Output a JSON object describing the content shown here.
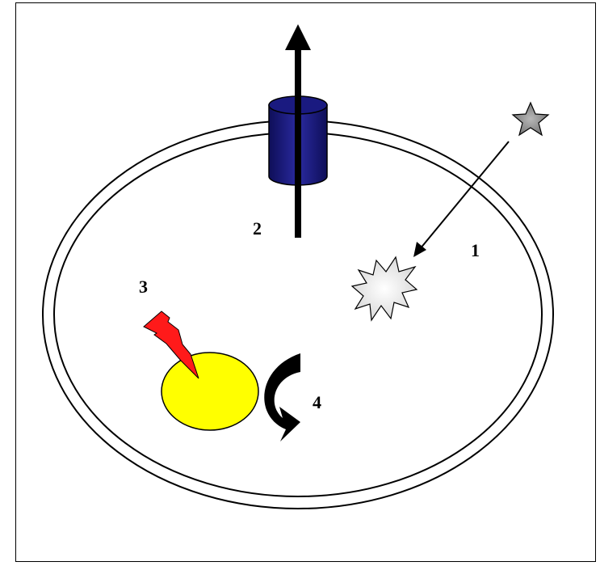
{
  "labels": {
    "one": "1",
    "two": "2",
    "three": "3",
    "four": "4"
  },
  "colors": {
    "channel": "#1a1a80",
    "channel_dark": "#0b0b4a",
    "nucleus": "#ffff00",
    "lightning": "#ff1a1a",
    "star": "#8c8c8c",
    "burst": "#eeeeee",
    "outline": "#000000"
  },
  "icons": {
    "ligand": "star-icon",
    "receptor": "burst-icon",
    "signal": "lightning-bolt-icon",
    "rotation": "curved-arrow-icon",
    "transport": "up-arrow-icon"
  }
}
